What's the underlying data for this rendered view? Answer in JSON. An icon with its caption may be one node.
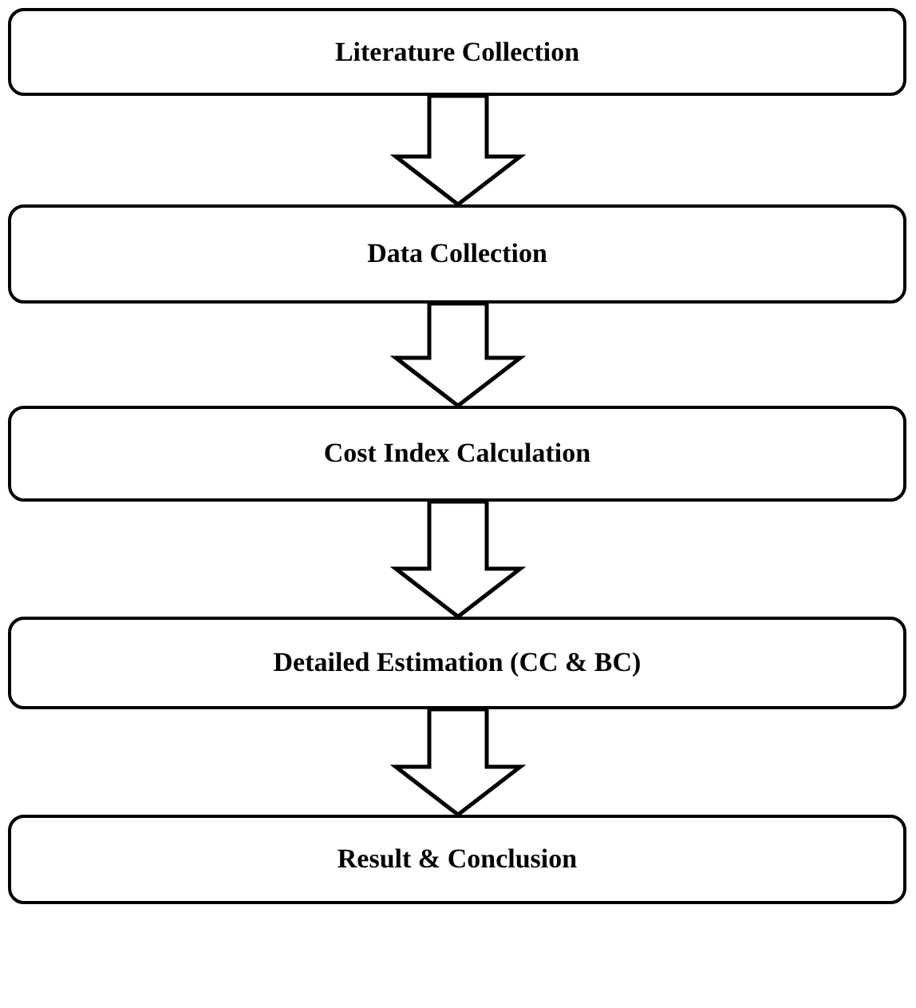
{
  "diagram": {
    "nodes": [
      {
        "text": [
          "Literature Collection"
        ]
      },
      {
        "text": [
          "Data Collection"
        ]
      },
      {
        "text": [
          "Cost Index Calculation"
        ]
      },
      {
        "text": [
          "Detailed Estimation (CC & BC)"
        ]
      },
      {
        "text": [
          "Result & Conclusion"
        ]
      }
    ],
    "edges": [
      {
        "from": 0,
        "to": 1,
        "arrow": "to"
      },
      {
        "from": 1,
        "to": 2,
        "arrow": "to"
      },
      {
        "from": 2,
        "to": 3,
        "arrow": "to"
      },
      {
        "from": 3,
        "to": 4,
        "arrow": "to"
      }
    ]
  }
}
